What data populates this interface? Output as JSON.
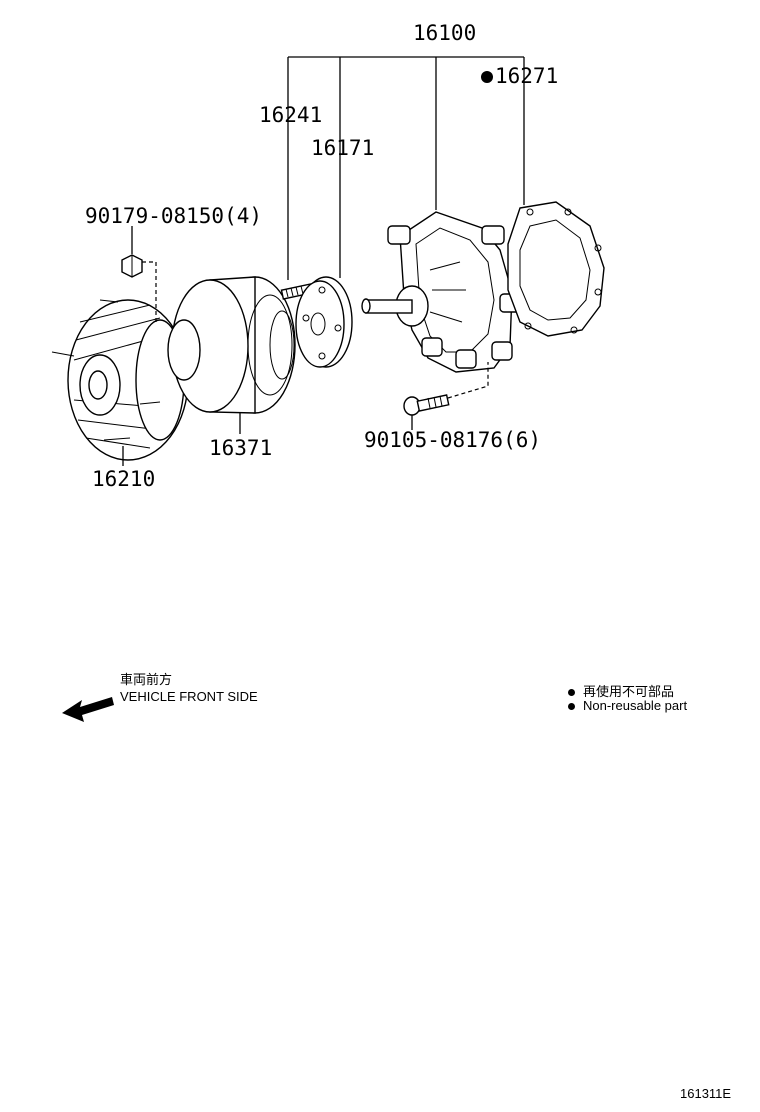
{
  "parts": {
    "p16100": "16100",
    "p16271": "16271",
    "p16241": "16241",
    "p16171": "16171",
    "p90179": "90179-08150(4)",
    "p16371": "16371",
    "p16210": "16210",
    "p90105": "90105-08176(6)"
  },
  "orientation": {
    "label_jp": "車両前方",
    "label_en": "VEHICLE FRONT SIDE"
  },
  "legend": {
    "label_jp": "再使用不可部品",
    "label_en": "Non-reusable part"
  },
  "figure_code": "161311E",
  "colors": {
    "ink": "#000000",
    "paper": "#ffffff"
  }
}
